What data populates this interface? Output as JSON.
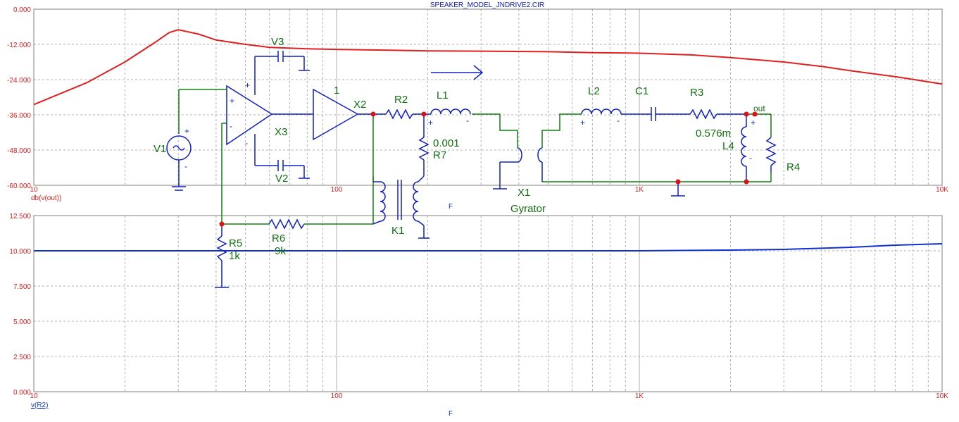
{
  "window_title": "SPEAKER_MODEL_JNDRIVE2.CIR",
  "colors": {
    "red_trace": "#e02020",
    "blue_trace": "#1030d0",
    "wire_green": "#108010",
    "part_blue": "#1020c0",
    "label_green": "#107010",
    "node_red": "#e01010",
    "grid": "#b0b0b0"
  },
  "chart_data": [
    {
      "type": "line",
      "xscale": "log",
      "xlim": [
        10,
        10000
      ],
      "ylim": [
        -60,
        0
      ],
      "xlabel": "F",
      "series_label": "db(v(out))",
      "x_ticks": [
        "10",
        "100",
        "1K",
        "10K"
      ],
      "y_ticks": [
        "0.000",
        "-12.000",
        "-24.000",
        "-36.000",
        "-48.000",
        "-60.000"
      ],
      "series": [
        {
          "x": [
            10,
            15,
            20,
            25,
            28,
            30,
            35,
            40,
            50,
            60,
            80,
            100,
            150,
            200,
            300,
            500,
            700,
            1000,
            1500,
            2000,
            3000,
            4000,
            5000,
            7000,
            10000
          ],
          "y": [
            -32.5,
            -25,
            -18,
            -11.5,
            -8,
            -7,
            -8.5,
            -10.5,
            -12,
            -13,
            -13.5,
            -13.7,
            -14,
            -14.2,
            -14.3,
            -14.5,
            -14.8,
            -15,
            -15.6,
            -16.5,
            -18,
            -19.5,
            -21,
            -23,
            -25.5
          ]
        }
      ]
    },
    {
      "type": "line",
      "xscale": "log",
      "xlim": [
        10,
        10000
      ],
      "ylim": [
        0,
        12.5
      ],
      "xlabel": "F",
      "series_label": "v(R2)",
      "x_ticks": [
        "10",
        "100",
        "1K",
        "10K"
      ],
      "y_ticks": [
        "12.500",
        "10.000",
        "7.500",
        "5.000",
        "2.500",
        "0.000"
      ],
      "series": [
        {
          "x": [
            10,
            100,
            1000,
            1500,
            2000,
            3000,
            5000,
            7000,
            10000
          ],
          "y": [
            10.0,
            10.0,
            10.0,
            10.03,
            10.05,
            10.1,
            10.25,
            10.4,
            10.5
          ]
        }
      ]
    }
  ],
  "schematic": {
    "labels": {
      "v1": "V1",
      "v2": "V2",
      "v3": "V3",
      "x3": "X3",
      "x2": "X2",
      "gain": "1",
      "r2": "R2",
      "l1": "L1",
      "r7_value": "0.001",
      "r7": "R7",
      "k1": "K1",
      "r5": "R5",
      "r5_value": "1k",
      "r6": "R6",
      "r6_value": "9k",
      "x1": "X1",
      "gyrator": "Gyrator",
      "l2": "L2",
      "c1": "C1",
      "r3": "R3",
      "l4_value": "0.576m",
      "l4": "L4",
      "r4": "R4",
      "out": "out"
    }
  }
}
